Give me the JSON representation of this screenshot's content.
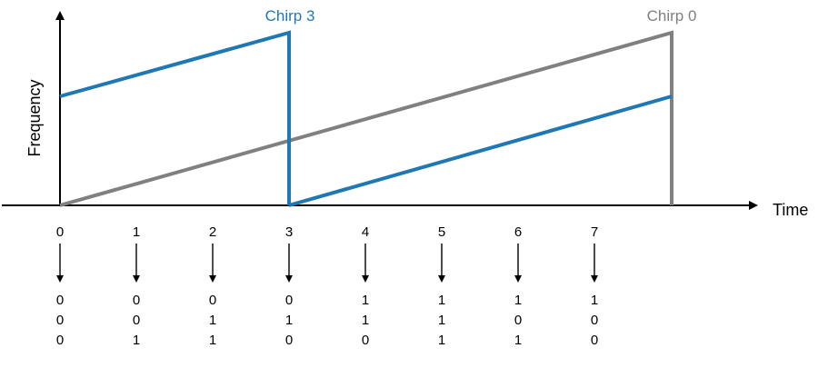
{
  "axes": {
    "y_label": "Frequency",
    "x_label": "Time"
  },
  "chirps": [
    {
      "name": "Chirp 3",
      "color": "#1f78b4"
    },
    {
      "name": "Chirp 0",
      "color": "#808080"
    }
  ],
  "symbols": [
    {
      "tick": "0",
      "bits": [
        "0",
        "0",
        "0"
      ]
    },
    {
      "tick": "1",
      "bits": [
        "0",
        "0",
        "1"
      ]
    },
    {
      "tick": "2",
      "bits": [
        "0",
        "1",
        "1"
      ]
    },
    {
      "tick": "3",
      "bits": [
        "0",
        "1",
        "0"
      ]
    },
    {
      "tick": "4",
      "bits": [
        "1",
        "1",
        "0"
      ]
    },
    {
      "tick": "5",
      "bits": [
        "1",
        "1",
        "1"
      ]
    },
    {
      "tick": "6",
      "bits": [
        "1",
        "0",
        "1"
      ]
    },
    {
      "tick": "7",
      "bits": [
        "1",
        "0",
        "0"
      ]
    }
  ],
  "colors": {
    "axis": "#000000",
    "chirp_3": "#1f78b4",
    "chirp_0": "#808080"
  }
}
